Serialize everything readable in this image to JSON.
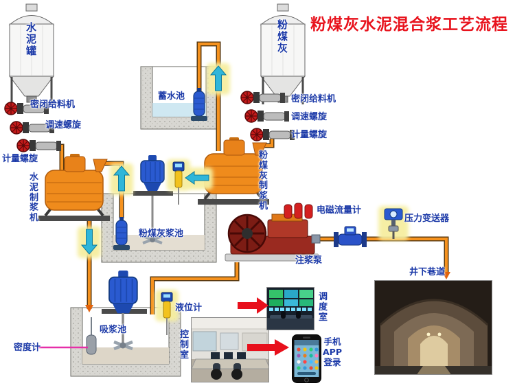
{
  "title": "粉煤灰水泥混合浆工艺流程",
  "colors": {
    "label_blue": "#1c3aa8",
    "title_red": "#e8131d",
    "pipe_orange": "#f6921e",
    "highlight_yellow": "#f6eea0",
    "flow_arrow_cyan": "#2fb6d9",
    "signal_arrow_red": "#e8101c",
    "density_line_magenta": "#e62ea8"
  },
  "equipment": {
    "cement_tank": "水泥罐",
    "fly_ash_tank": "粉煤灰",
    "sealed_feeder_left": "密闭给料机",
    "speed_screw_left": "调速螺旋",
    "metering_screw_left": "计量螺旋",
    "cement_slurry_machine": "水泥制浆机",
    "water_pool": "蓄水池",
    "sealed_feeder_right": "密闭给料机",
    "speed_screw_right": "调速螺旋",
    "metering_screw_right": "计量螺旋",
    "fly_ash_slurry_machine": "粉煤灰制浆机",
    "fly_ash_slurry_pool": "粉煤灰浆池",
    "em_flowmeter": "电磁流量计",
    "pressure_transmitter": "压力变送器",
    "grouting_pump": "注浆泵",
    "underground_tunnel": "井下巷道",
    "level_gauge": "液位计",
    "suction_pool": "吸浆池",
    "density_meter": "密度计",
    "dispatch_room": "调度室",
    "control_room": "控制室",
    "phone_app": "手机\nAPP\n登录"
  }
}
